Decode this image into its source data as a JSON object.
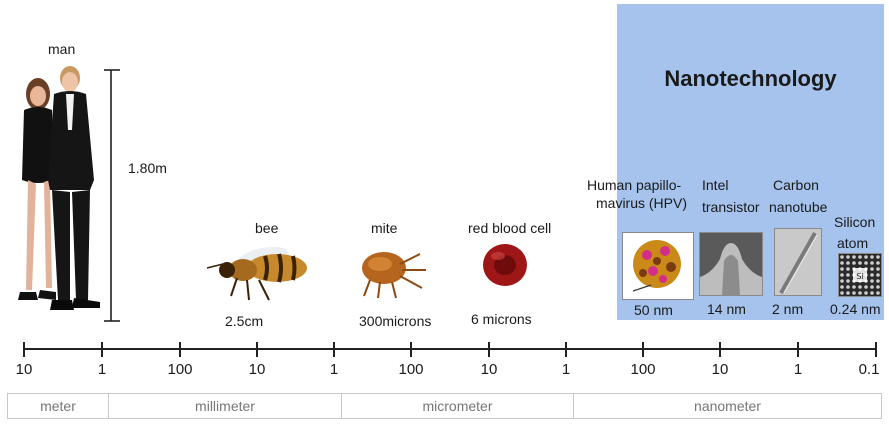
{
  "panel": {
    "title": "Nanotechnology",
    "color": "#a5c3ec"
  },
  "objects": {
    "man": {
      "label": "man",
      "size": "1.80m"
    },
    "bee": {
      "label": "bee",
      "size": "2.5cm"
    },
    "mite": {
      "label": "mite",
      "size": "300microns"
    },
    "rbc": {
      "label": "red blood cell",
      "size": "6 microns"
    },
    "hpv": {
      "label_line1": "Human papillo-",
      "label_line2": "mavirus (HPV)",
      "size": "50 nm"
    },
    "transistor": {
      "label_line1": "Intel",
      "label_line2": "transistor",
      "size": "14 nm"
    },
    "nanotube": {
      "label_line1": "Carbon",
      "label_line2": "nanotube",
      "size": "2 nm"
    },
    "atom": {
      "label_line1": "Silicon",
      "label_line2": "atom",
      "size": "0.24 nm",
      "symbol": "Si"
    }
  },
  "scale": {
    "ticks": [
      "10",
      "1",
      "100",
      "10",
      "1",
      "100",
      "10",
      "1",
      "100",
      "10",
      "1",
      "0.1"
    ],
    "units": [
      "meter",
      "millimeter",
      "micrometer",
      "nanometer"
    ]
  }
}
